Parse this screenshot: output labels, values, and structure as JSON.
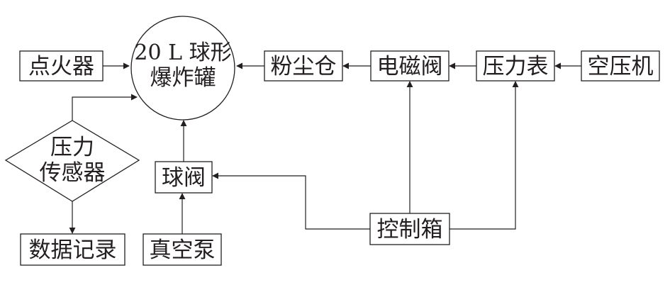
{
  "nodes": {
    "tank": {
      "line1": "20 L 球形",
      "line2": "爆炸罐"
    },
    "igniter": "点火器",
    "dust_chamber": "粉尘仓",
    "solenoid_valve": "电磁阀",
    "pressure_gauge": "压力表",
    "air_compressor": "空压机",
    "pressure_sensor": {
      "line1": "压力",
      "line2": "传感器"
    },
    "ball_valve": "球阀",
    "data_record": "数据记录",
    "vacuum_pump": "真空泵",
    "control_box": "控制箱"
  }
}
